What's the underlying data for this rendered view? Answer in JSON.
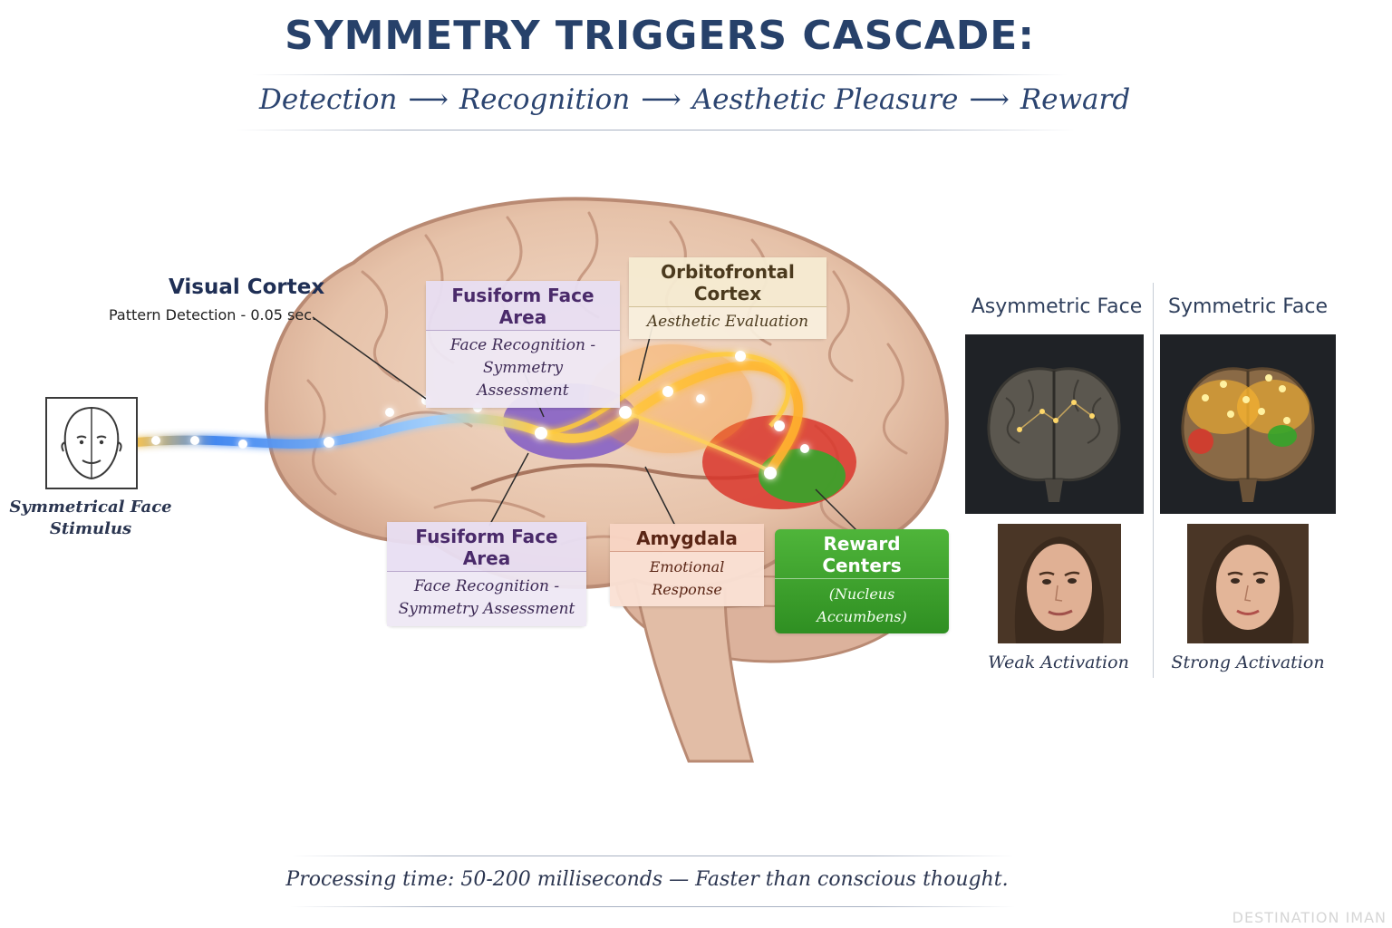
{
  "title": "SYMMETRY TRIGGERS CASCADE:",
  "subtitle": {
    "steps": [
      "Detection",
      "Recognition",
      "Aesthetic Pleasure",
      "Reward"
    ],
    "arrow": "⟶"
  },
  "stimulus": {
    "label_line1": "Symmetrical Face",
    "label_line2": "Stimulus"
  },
  "visual_cortex": {
    "title": "Visual Cortex",
    "detail": "Pattern Detection - 0.05 sec."
  },
  "ffa_top": {
    "title": "Fusiform Face Area",
    "line1": "Face Recognition -",
    "line2": "Symmetry Assessment"
  },
  "ffa_bottom": {
    "title": "Fusiform Face Area",
    "line1": "Face Recognition -",
    "line2": "Symmetry Assessment"
  },
  "orbitofrontal": {
    "title": "Orbitofrontal Cortex",
    "detail": "Aesthetic Evaluation"
  },
  "amygdala": {
    "title": "Amygdala",
    "detail": "Emotional Response"
  },
  "reward": {
    "title": "Reward Centers",
    "detail": "(Nucleus Accumbens)"
  },
  "comparison": {
    "asymmetric": {
      "title": "Asymmetric Face",
      "caption": "Weak Activation"
    },
    "symmetric": {
      "title": "Symmetric Face",
      "caption": "Strong Activation"
    }
  },
  "footer": "Processing time: 50-200 milliseconds — Faster than conscious thought.",
  "watermark": "DESTINATION IMAN",
  "colors": {
    "title": "#27416a",
    "brain": "#e9c9b3",
    "pathway_blue": "#3a7bea",
    "pathway_orange": "#f3a33a",
    "ffa_region": "#7b55c6",
    "amygdala_region": "#d9362b",
    "reward_region": "#34a52a"
  }
}
